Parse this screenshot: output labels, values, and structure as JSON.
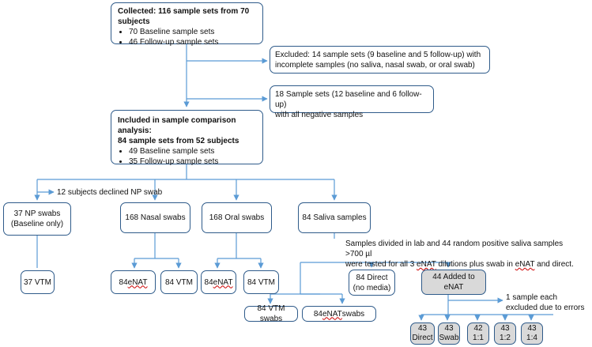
{
  "collected": {
    "title": "Collected:  116 sample sets from 70 subjects",
    "items": [
      "70 Baseline sample sets",
      "46 Follow-up sample sets"
    ]
  },
  "excluded": {
    "line1": "Excluded: 14 sample sets (9 baseline and 5 follow-up) with",
    "line2": "incomplete samples (no saliva, nasal swab, or oral swab)"
  },
  "negative": {
    "line1": "18 Sample sets (12 baseline and 6 follow-up)",
    "line2": "with all negative samples"
  },
  "included": {
    "title1": "Included in sample comparison analysis:",
    "title2": "84 sample sets from 52 subjects",
    "items": [
      "49 Baseline sample sets",
      "35 Follow-up sample sets"
    ]
  },
  "declined_note": "12 subjects declined NP swab",
  "np": {
    "line1": "37 NP swabs",
    "line2": "(Baseline only)"
  },
  "nasal": "168 Nasal swabs",
  "oral": "168 Oral swabs",
  "saliva": "84 Saliva samples",
  "saliva_note": {
    "line1": "Samples divided in lab and 44 random positive saliva samples >700 µl",
    "line2a": "were tested for all 3 ",
    "line2b": "eNAT",
    "line2c": " dilutions plus swab in ",
    "line2d": "eNAT",
    "line2e": " and direct."
  },
  "vtm_np": "37 VTM",
  "nasal_enat": {
    "num": "84 ",
    "word": "eNAT"
  },
  "nasal_vtm": "84 VTM",
  "oral_enat": {
    "num": "84 ",
    "word": "eNAT"
  },
  "oral_vtm": "84 VTM",
  "direct": {
    "line1": "84 Direct",
    "line2": "(no media)"
  },
  "added_enat": "44 Added to eNAT",
  "error_note": {
    "line1": "1 sample each",
    "line2": "excluded due to errors"
  },
  "vtm_swabs": "84 VTM swabs",
  "enat_swabs": {
    "num": "84 ",
    "word": "eNAT",
    "rest": " swabs"
  },
  "final": [
    {
      "n": "43",
      "label": "Direct"
    },
    {
      "n": "43",
      "label": "Swab"
    },
    {
      "n": "42",
      "label": "1:1"
    },
    {
      "n": "43",
      "label": "1:2"
    },
    {
      "n": "43",
      "label": "1:4"
    }
  ],
  "colors": {
    "border": "#2f5b8a",
    "arrow": "#5b9bd5",
    "grey_fill": "#d9d9d9"
  }
}
